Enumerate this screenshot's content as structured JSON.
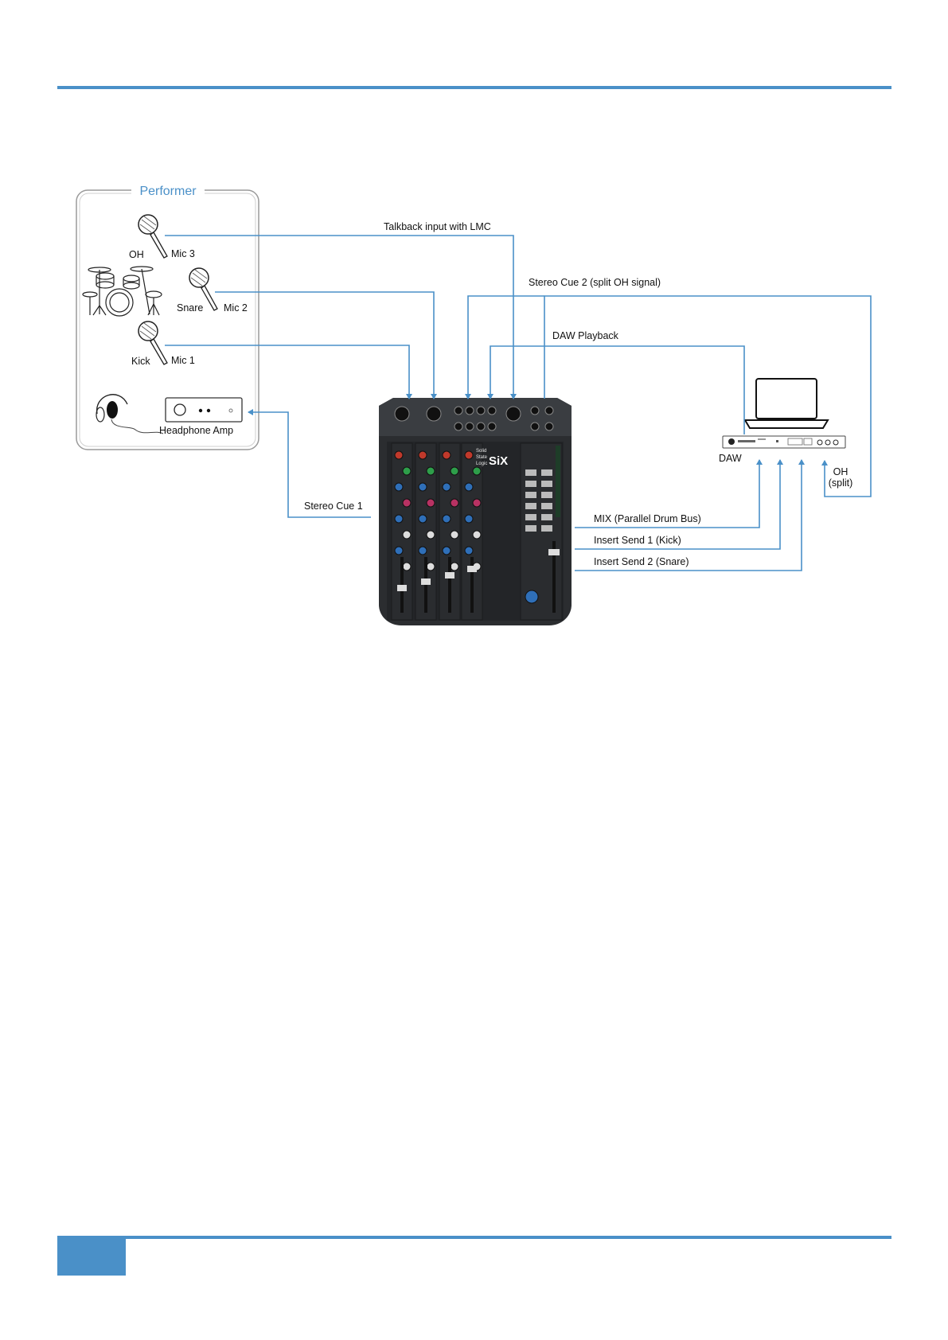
{
  "performer": {
    "title": "Performer",
    "mics": [
      {
        "source": "OH",
        "mic": "Mic 3"
      },
      {
        "source": "Snare",
        "mic": "Mic 2"
      },
      {
        "source": "Kick",
        "mic": "Mic 1"
      }
    ],
    "headphone_amp": "Headphone Amp"
  },
  "signals": {
    "talkback": "Talkback input with LMC",
    "stereo_cue_2": "Stereo Cue 2 (split OH signal)",
    "daw_playback": "DAW Playback",
    "stereo_cue_1": "Stereo Cue 1",
    "mix": "MIX (Parallel Drum Bus)",
    "insert_send_1": "Insert Send 1 (Kick)",
    "insert_send_2": "Insert Send 2 (Snare)"
  },
  "daw": {
    "label": "DAW",
    "oh_split_line1": "OH",
    "oh_split_line2": "(split)"
  },
  "console": {
    "brand_line1": "Solid",
    "brand_line2": "State",
    "brand_line3": "Logic",
    "model": "SiX"
  },
  "colors": {
    "accent": "#4a90c8",
    "console_body": "#2b2d30"
  }
}
